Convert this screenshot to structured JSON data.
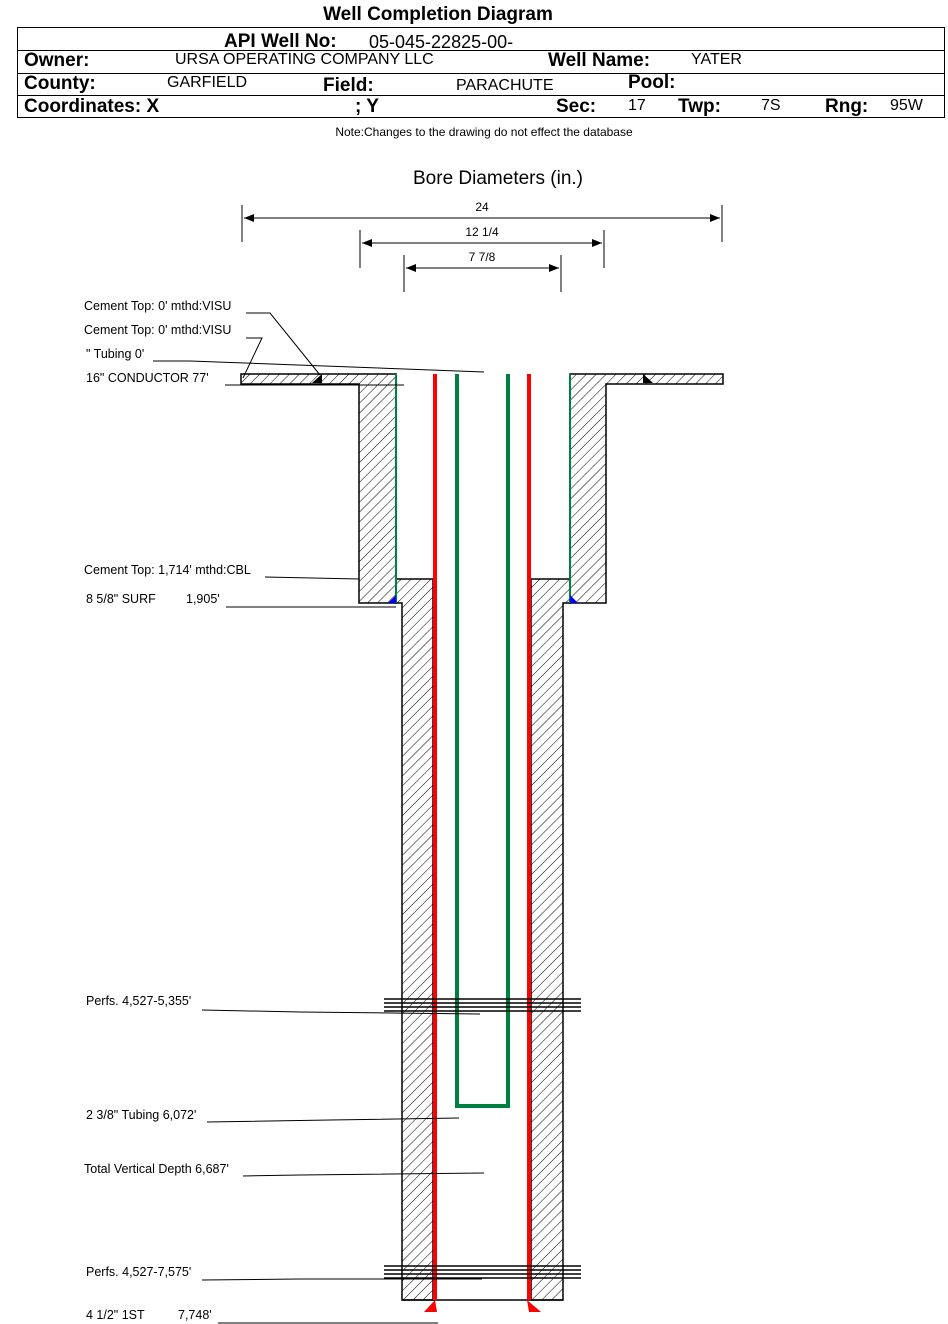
{
  "header": {
    "title": "Well Completion Diagram",
    "api_label": "API Well No:",
    "api_value": "05-045-22825-00-",
    "owner_label": "Owner:",
    "owner_value": "URSA OPERATING COMPANY LLC",
    "well_name_label": "Well Name:",
    "well_name_value": "YATER",
    "county_label": "County:",
    "county_value": "GARFIELD",
    "field_label": "Field:",
    "field_value": "PARACHUTE",
    "pool_label": "Pool:",
    "coord_x_label": "Coordinates: X",
    "coord_y_label": "; Y",
    "sec_label": "Sec:",
    "sec_value": "17",
    "twp_label": "Twp:",
    "twp_value": "7S",
    "rng_label": "Rng:",
    "rng_value": "95W",
    "note": "Note:Changes to the drawing do not effect the database"
  },
  "diagram": {
    "bore_title": "Bore Diameters (in.)",
    "bore_diameters": [
      "24",
      "12 1/4",
      "7 7/8"
    ],
    "labels": {
      "cement_top_1": "Cement Top: 0' mthd:VISU",
      "cement_top_2": "Cement Top: 0' mthd:VISU",
      "tubing_top": "\" Tubing 0'",
      "conductor": "16\" CONDUCTOR  77'",
      "cement_top_cbl": "Cement Top: 1,714' mthd:CBL",
      "surf_name": "8 5/8\" SURF",
      "surf_depth": "1,905'",
      "perfs_1": "Perfs. 4,527-5,355'",
      "tubing": "2 3/8\" Tubing 6,072'",
      "tvd": "Total Vertical Depth 6,687'",
      "perfs_2": "Perfs. 4,527-7,575'",
      "prod_name": "4 1/2\" 1ST",
      "prod_depth": "7,748'"
    },
    "colors": {
      "casing": "#ff0000",
      "tubing": "#008040",
      "cement_marker": "#0000ff"
    }
  }
}
